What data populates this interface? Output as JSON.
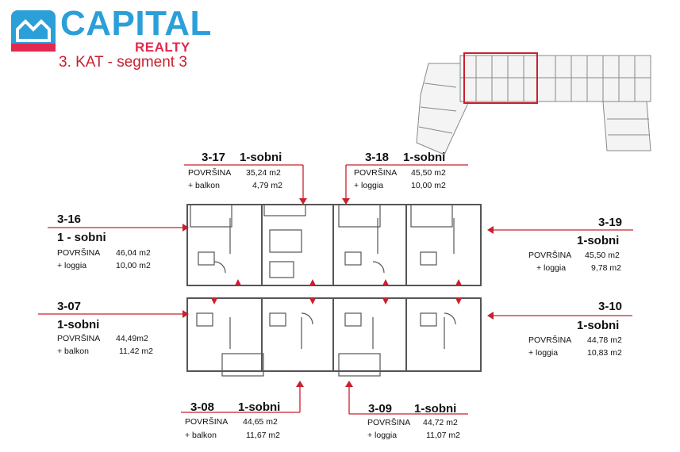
{
  "brand": {
    "name": "CAPITAL",
    "sub": "REALTY",
    "color": "#2a9fd8",
    "accent": "#e2294f"
  },
  "floor_title": "3. KAT - segment 3",
  "line_color": "#c8202e",
  "units": [
    {
      "id": "3-17",
      "type": "1-sobni",
      "area_label": "POVRŠINA",
      "area": "35,24 m2",
      "extra_label": "+ balkon",
      "extra": "4,79 m2"
    },
    {
      "id": "3-18",
      "type": "1-sobni",
      "area_label": "POVRŠINA",
      "area": "45,50 m2",
      "extra_label": "+ loggia",
      "extra": "10,00 m2"
    },
    {
      "id": "3-16",
      "type": "1 - sobni",
      "area_label": "POVRŠINA",
      "area": "46,04 m2",
      "extra_label": "+ loggia",
      "extra": "10,00 m2"
    },
    {
      "id": "3-19",
      "type": "1-sobni",
      "area_label": "POVRŠINA",
      "area": "45,50 m2",
      "extra_label": "+ loggia",
      "extra": "9,78 m2"
    },
    {
      "id": "3-07",
      "type": "1-sobni",
      "area_label": "POVRŠINA",
      "area": "44,49m2",
      "extra_label": "+ balkon",
      "extra": "11,42 m2"
    },
    {
      "id": "3-10",
      "type": "1-sobni",
      "area_label": "POVRŠINA",
      "area": "44,78 m2",
      "extra_label": "+ loggia",
      "extra": "10,83 m2"
    },
    {
      "id": "3-08",
      "type": "1-sobni",
      "area_label": "POVRŠINA",
      "area": "44,65 m2",
      "extra_label": "+ balkon",
      "extra": "11,67 m2"
    },
    {
      "id": "3-09",
      "type": "1-sobni",
      "area_label": "POVRŠINA",
      "area": "44,72 m2",
      "extra_label": "+ loggia",
      "extra": "11,07 m2"
    }
  ]
}
